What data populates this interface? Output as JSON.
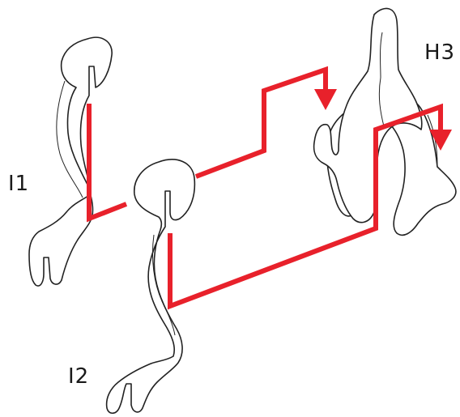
{
  "labels": {
    "i1": "I1",
    "i2": "I2",
    "h3": "H3"
  },
  "colors": {
    "outline": "#222222",
    "connector": "#e8212b",
    "background": "#ffffff"
  },
  "shapes": [
    "piece-i1",
    "piece-i2",
    "piece-h3-front",
    "piece-h3-back"
  ],
  "connectors": [
    "i1-to-h3-connector",
    "i2-to-h3-connector"
  ]
}
